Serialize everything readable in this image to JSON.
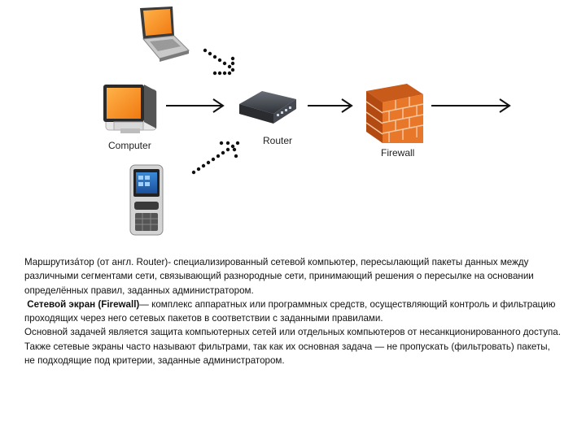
{
  "diagram": {
    "labels": {
      "computer": "Computer",
      "router": "Router",
      "firewall": "Firewall"
    }
  },
  "text": {
    "p1": "Маршрутиза́тор (от англ. Router)- специализированный сетевой компьютер, пересылающий пакеты данных между различными сегментами сети, связывающий разнородные сети,  принимающий решения о пересылке на основании определённых правил, заданных администратором.",
    "p2_term": "Сетевой экран (Firewall)",
    "p2_rest": "— комплекс аппаратных или программных средств, осуществляющий контроль и фильтрацию проходящих через него сетевых пакетов в соответствии с заданными правилами.",
    "p3": "Основной задачей является защита компьютерных сетей или отдельных компьютеров от несанкционированного доступа. Также сетевые экраны часто называют фильтрами, так как их основная задача — не пропускать (фильтровать) пакеты, не подходящие под критерии, заданные администратором."
  }
}
